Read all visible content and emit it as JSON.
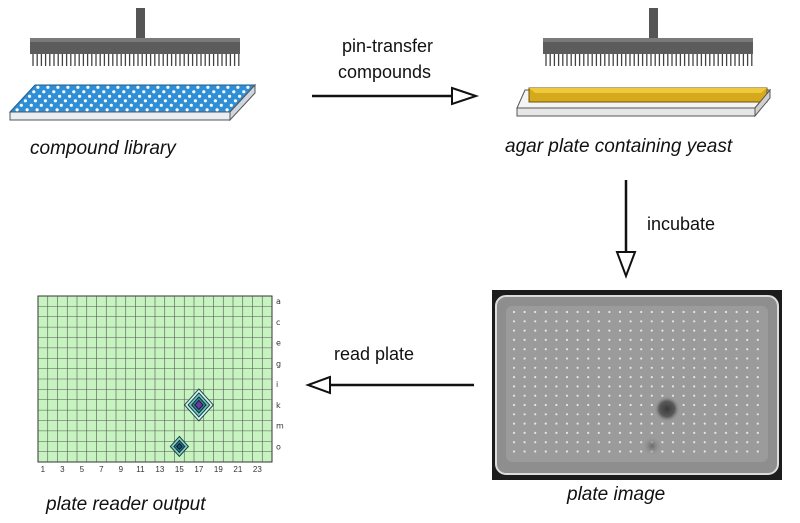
{
  "captions": {
    "library": "compound library",
    "agar": "agar plate containing yeast",
    "plate_image": "plate image",
    "reader": "plate reader output"
  },
  "steps": {
    "transfer_line1": "pin-transfer",
    "transfer_line2": "compounds",
    "incubate": "incubate",
    "read": "read plate"
  },
  "reader": {
    "row_labels": [
      "a",
      "c",
      "e",
      "g",
      "i",
      "k",
      "m",
      "o"
    ],
    "col_labels": [
      "1",
      "3",
      "5",
      "7",
      "9",
      "11",
      "13",
      "15",
      "17",
      "19",
      "21",
      "23"
    ],
    "grid_color": "#c6f3c0",
    "hits": [
      {
        "col": 17,
        "row": "k"
      },
      {
        "col": 15,
        "row": "o"
      }
    ]
  },
  "colors": {
    "pin_tool": "#5a5a5a",
    "library_plate": "#2e8fd6",
    "agar": "#d6a81c"
  }
}
